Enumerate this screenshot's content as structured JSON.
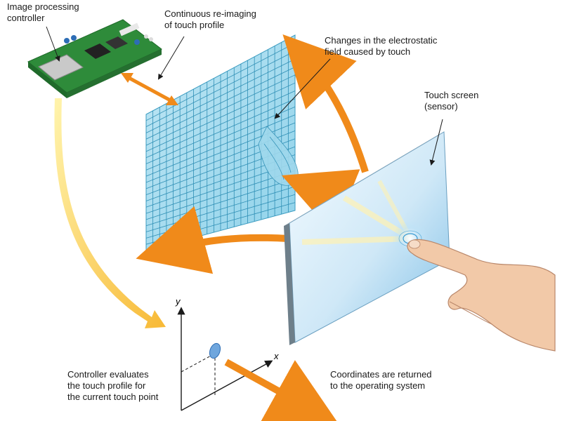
{
  "labels": {
    "controller": "Image processing\ncontroller",
    "reimaging": "Continuous re-imaging\nof touch profile",
    "field_changes": "Changes in the electrostatic\nfield caused by touch",
    "touch_screen": "Touch screen\n(sensor)",
    "evaluates": "Controller evaluates\nthe touch profile for\nthe current touch point",
    "coordinates": "Coordinates are returned\nto the operating system"
  },
  "axes": {
    "x": "x",
    "y": "y"
  },
  "colors": {
    "arrow": "#f08a1a",
    "arrow_light": "#fbd34a",
    "grid": "#5fb8d6",
    "board": "#2e8b3a",
    "glass": "#cfe8f7"
  }
}
